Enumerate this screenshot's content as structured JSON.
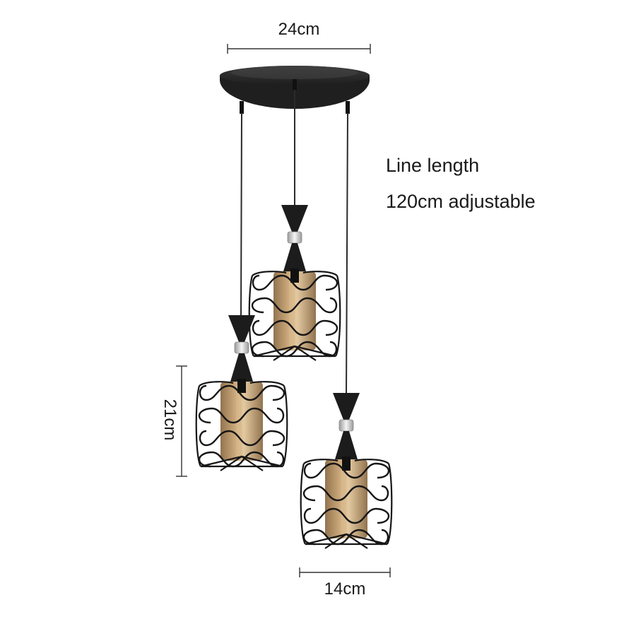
{
  "dimensions": {
    "canopy_width": "24cm",
    "shade_width": "14cm",
    "shade_height": "21cm"
  },
  "note": {
    "line1": "Line length",
    "line2": "120cm adjustable"
  },
  "colors": {
    "canopy": "#2b2b2b",
    "metal": "#1c1c1c",
    "cage": "#161616",
    "glass": "#b08a5c",
    "glass_light": "#d9b98c",
    "dimension_line": "#333333",
    "background": "#ffffff"
  }
}
